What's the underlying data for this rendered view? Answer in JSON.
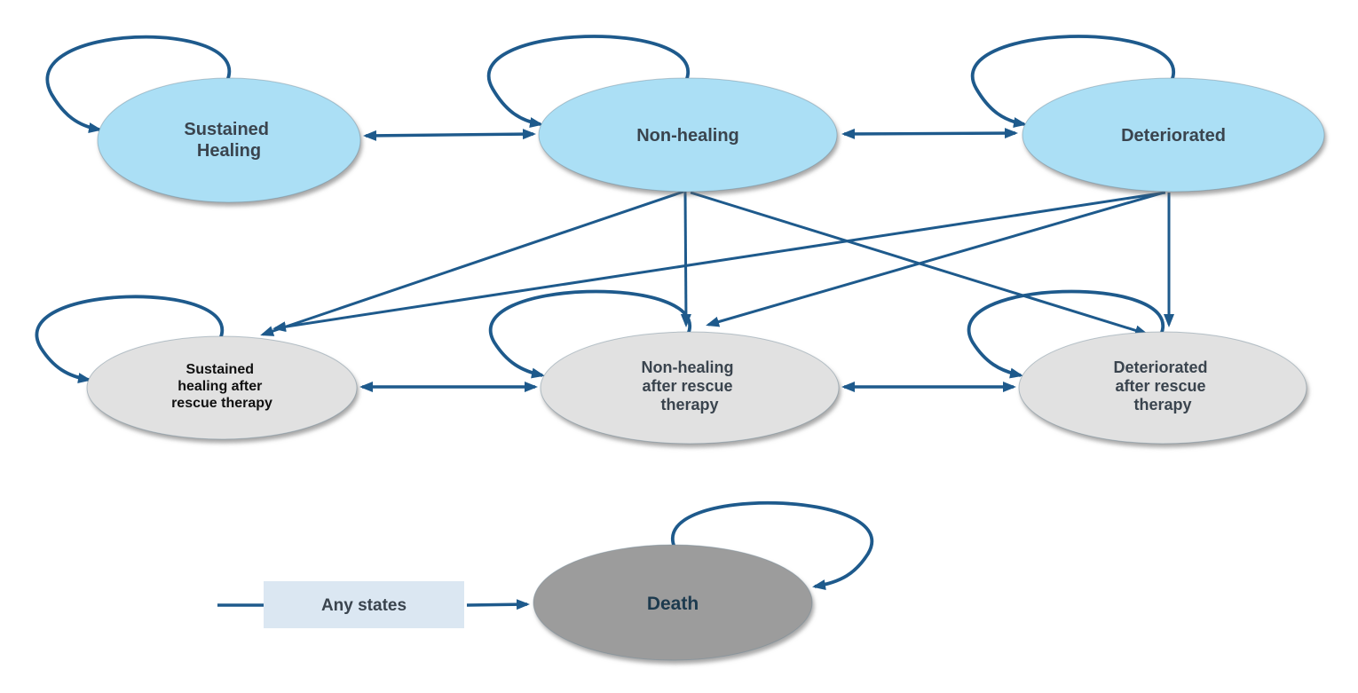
{
  "diagram": {
    "type": "state-transition-diagram",
    "colors": {
      "arrow": "#1e5a8c",
      "active_state_fill": "#abdff5",
      "rescue_state_fill": "#e1e1e1",
      "death_state_fill": "#9c9c9c",
      "legend_box_fill": "#dbe7f2",
      "state_label": "#3a444e",
      "rescue_label_dark": "#101010",
      "death_label": "#1c3a4e"
    },
    "states": [
      {
        "id": "sustained-healing",
        "lines": [
          "Sustained",
          "Healing"
        ]
      },
      {
        "id": "non-healing",
        "lines": [
          "Non-healing"
        ]
      },
      {
        "id": "deteriorated",
        "lines": [
          "Deteriorated"
        ]
      },
      {
        "id": "sustained-healing-after-rescue-therapy",
        "lines": [
          "Sustained",
          "healing after",
          "rescue therapy"
        ]
      },
      {
        "id": "non-healing-after-rescue-therapy",
        "lines": [
          "Non-healing",
          "after rescue",
          "therapy"
        ]
      },
      {
        "id": "deteriorated-after-rescue-therapy",
        "lines": [
          "Deteriorated",
          "after rescue",
          "therapy"
        ]
      },
      {
        "id": "death",
        "lines": [
          "Death"
        ]
      }
    ],
    "legend": {
      "label": "Any states"
    },
    "transitions": [
      {
        "from": "sustained-healing",
        "to": "sustained-healing",
        "type": "self-loop"
      },
      {
        "from": "non-healing",
        "to": "non-healing",
        "type": "self-loop"
      },
      {
        "from": "deteriorated",
        "to": "deteriorated",
        "type": "self-loop"
      },
      {
        "from": "sustained-healing-after-rescue-therapy",
        "to": "sustained-healing-after-rescue-therapy",
        "type": "self-loop"
      },
      {
        "from": "non-healing-after-rescue-therapy",
        "to": "non-healing-after-rescue-therapy",
        "type": "self-loop"
      },
      {
        "from": "deteriorated-after-rescue-therapy",
        "to": "deteriorated-after-rescue-therapy",
        "type": "self-loop"
      },
      {
        "from": "death",
        "to": "death",
        "type": "self-loop"
      },
      {
        "from": "sustained-healing",
        "to": "non-healing",
        "type": "bidirectional"
      },
      {
        "from": "non-healing",
        "to": "deteriorated",
        "type": "bidirectional"
      },
      {
        "from": "sustained-healing-after-rescue-therapy",
        "to": "non-healing-after-rescue-therapy",
        "type": "bidirectional"
      },
      {
        "from": "non-healing-after-rescue-therapy",
        "to": "deteriorated-after-rescue-therapy",
        "type": "bidirectional"
      },
      {
        "from": "non-healing",
        "to": "sustained-healing-after-rescue-therapy",
        "type": "one-way"
      },
      {
        "from": "non-healing",
        "to": "non-healing-after-rescue-therapy",
        "type": "one-way"
      },
      {
        "from": "non-healing",
        "to": "deteriorated-after-rescue-therapy",
        "type": "one-way"
      },
      {
        "from": "deteriorated",
        "to": "sustained-healing-after-rescue-therapy",
        "type": "one-way"
      },
      {
        "from": "deteriorated",
        "to": "non-healing-after-rescue-therapy",
        "type": "one-way"
      },
      {
        "from": "deteriorated",
        "to": "deteriorated-after-rescue-therapy",
        "type": "one-way"
      },
      {
        "from": "any-states",
        "to": "death",
        "type": "one-way"
      }
    ]
  }
}
